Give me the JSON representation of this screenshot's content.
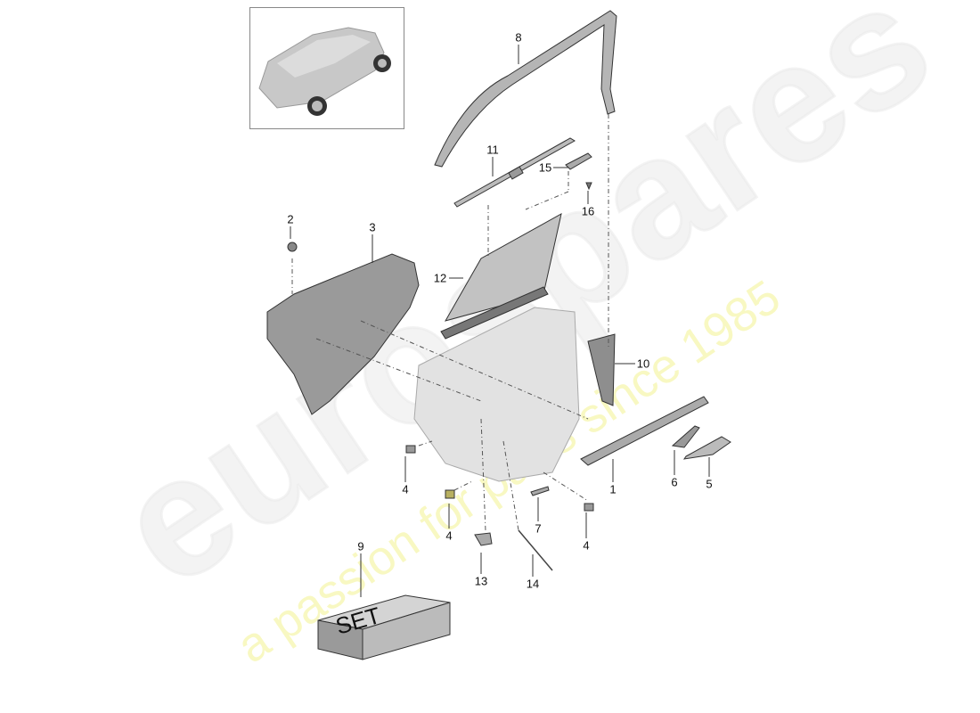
{
  "watermark": {
    "brand": "eurospares",
    "tagline": "a passion for parts since 1985",
    "tagline_color": "#f0f078"
  },
  "set_box": {
    "text": "SET"
  },
  "callouts": [
    {
      "id": "c8",
      "text": "8"
    },
    {
      "id": "c11",
      "text": "11"
    },
    {
      "id": "c15",
      "text": "15"
    },
    {
      "id": "c16",
      "text": "16"
    },
    {
      "id": "c2",
      "text": "2"
    },
    {
      "id": "c3",
      "text": "3"
    },
    {
      "id": "c12",
      "text": "12"
    },
    {
      "id": "c10",
      "text": "10"
    },
    {
      "id": "c1",
      "text": "1"
    },
    {
      "id": "c6",
      "text": "6"
    },
    {
      "id": "c5",
      "text": "5"
    },
    {
      "id": "c4a",
      "text": "4"
    },
    {
      "id": "c4b",
      "text": "4"
    },
    {
      "id": "c4c",
      "text": "4"
    },
    {
      "id": "c7",
      "text": "7"
    },
    {
      "id": "c9",
      "text": "9"
    },
    {
      "id": "c13",
      "text": "13"
    },
    {
      "id": "c14",
      "text": "14"
    }
  ],
  "colors": {
    "part_fill": "#bdbdbd",
    "part_dark": "#8a8a8a",
    "line": "#333333"
  }
}
